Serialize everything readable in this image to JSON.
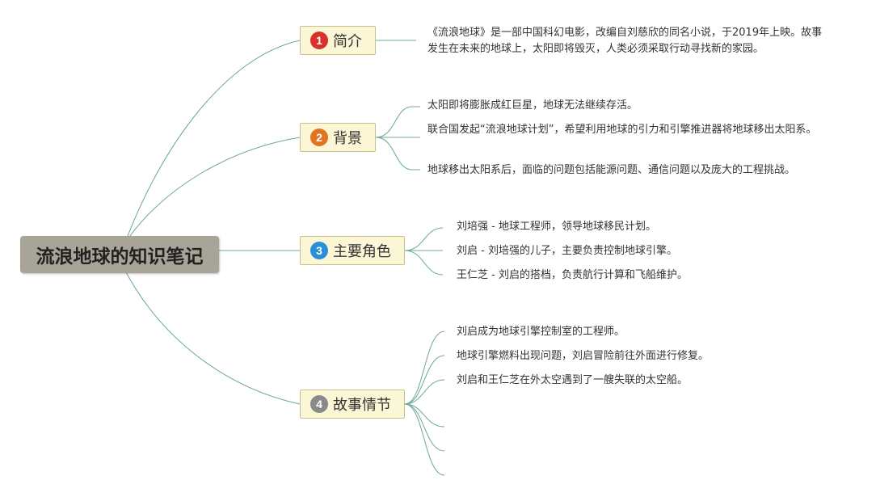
{
  "colors": {
    "line": "#6aa89a",
    "root_fill": "#a8a498",
    "topic_fill": "#fbf6d6",
    "topic_border": "#c9c08a"
  },
  "root": {
    "label": "流浪地球的知识笔记"
  },
  "topics": [
    {
      "number": "1",
      "label": "简介",
      "badge_color": "#d9302b",
      "leaves": [
        "《流浪地球》是一部中国科幻电影，改编自刘慈欣的同名小说，于2019年上映。故事发生在未来的地球上，太阳即将毁灭，人类必须采取行动寻找新的家园。"
      ]
    },
    {
      "number": "2",
      "label": "背景",
      "badge_color": "#e2731f",
      "leaves": [
        "太阳即将膨胀成红巨星，地球无法继续存活。",
        "联合国发起“流浪地球计划”，希望利用地球的引力和引擎推进器将地球移出太阳系。",
        "地球移出太阳系后，面临的问题包括能源问题、通信问题以及庞大的工程挑战。"
      ]
    },
    {
      "number": "3",
      "label": "主要角色",
      "badge_color": "#2a8fd6",
      "leaves": [
        "刘培强 - 地球工程师，领导地球移民计划。",
        "刘启 - 刘培强的儿子，主要负责控制地球引擎。",
        "王仁芝 - 刘启的搭档，负责航行计算和飞船维护。"
      ]
    },
    {
      "number": "4",
      "label": "故事情节",
      "badge_color": "#8a8a8a",
      "leaves": [
        "刘启成为地球引擎控制室的工程师。",
        "地球引擎燃料出现问题，刘启冒险前往外面进行修复。",
        "刘启和王仁芝在外太空遇到了一艘失联的太空船。",
        "",
        "",
        ""
      ]
    }
  ]
}
